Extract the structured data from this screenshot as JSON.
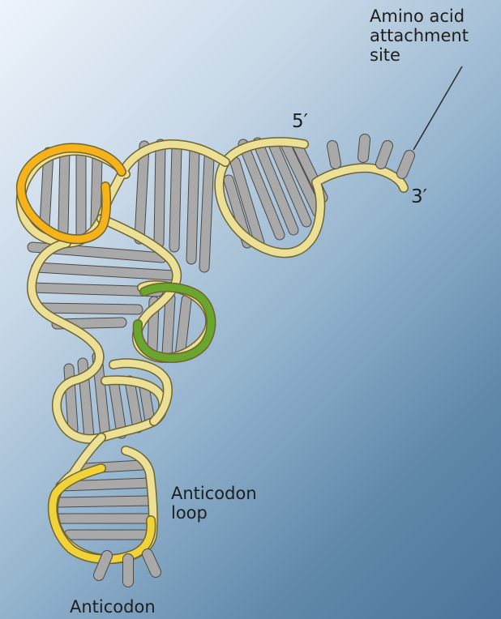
{
  "labels": {
    "amino_acid": {
      "line1": "Amino acid",
      "line2": "attachment",
      "line3": "site"
    },
    "five_prime": "5′",
    "three_prime": "3′",
    "anticodon_loop": {
      "line1": "Anticodon",
      "line2": "loop"
    },
    "anticodon": "Anticodon"
  },
  "colors": {
    "backbone": "#ecdf96",
    "backbone_outline": "#6f6530",
    "loop_orange": "#f5b21b",
    "loop_green": "#6aa62e",
    "loop_yellow": "#f0d23a",
    "base_pair": "#a9a9a9",
    "base_pair_outline": "#4a4a4a"
  }
}
